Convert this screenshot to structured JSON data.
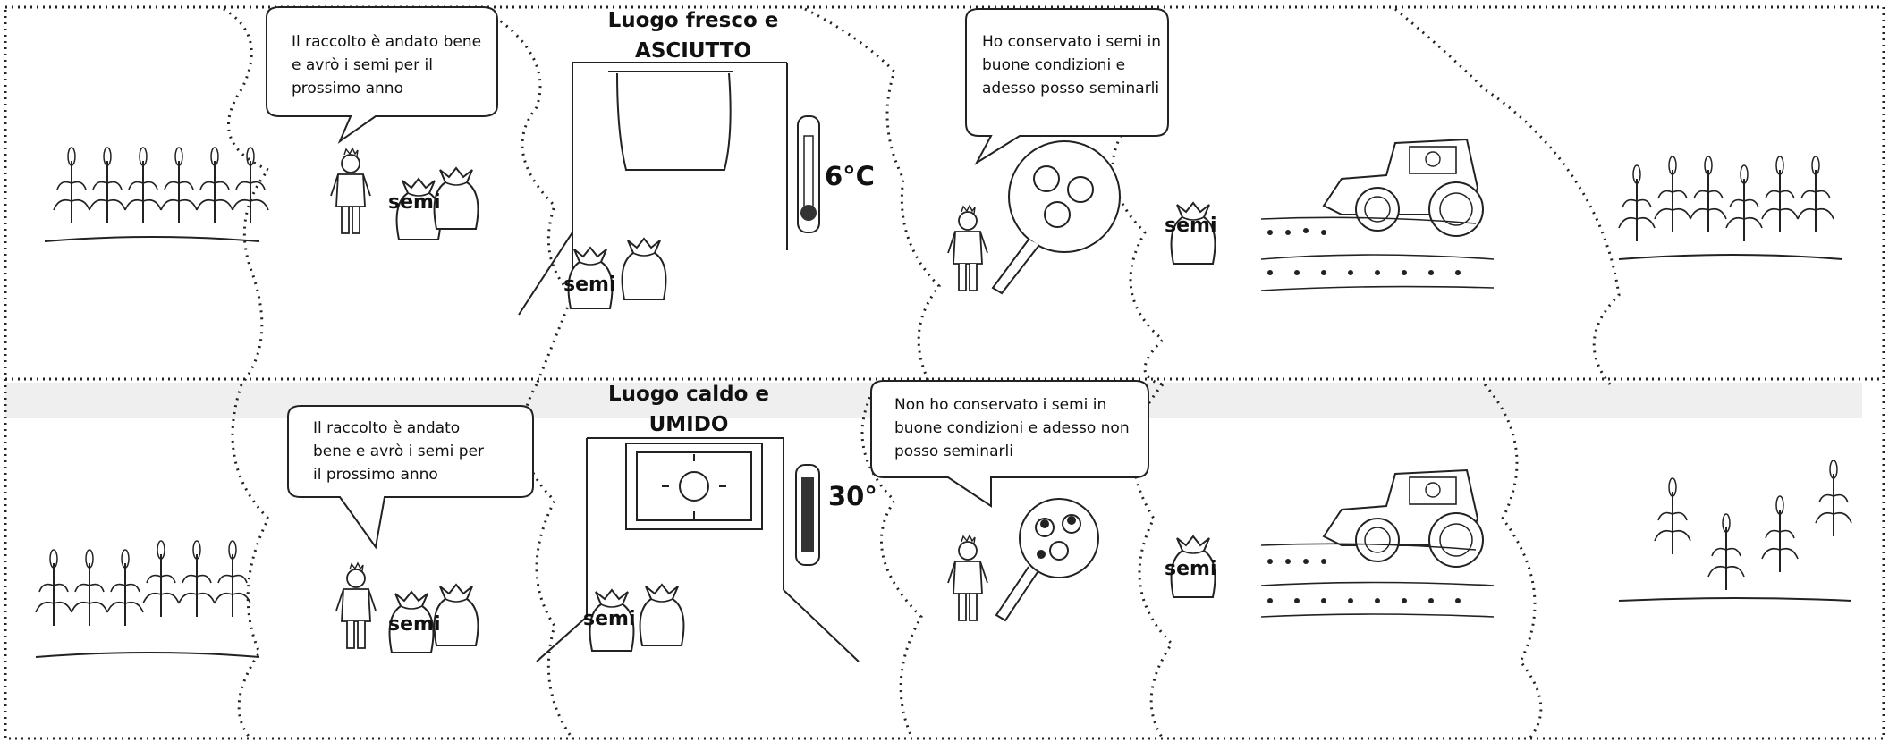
{
  "top_row": {
    "bubble_harvest": "Il raccolto è andato bene e avrò i semi per il prossimo anno",
    "storage_title_line1": "Luogo fresco e",
    "storage_title_line2": "ASCIUTTO",
    "temperature": "6°C",
    "bubble_result": "Ho conservato i semi in buone condizioni e adesso posso seminarli",
    "seed_label": "semi"
  },
  "bottom_row": {
    "bubble_harvest": "Il raccolto è andato bene e avrò i semi per il prossimo anno",
    "storage_title_line1": "Luogo caldo e",
    "storage_title_line2": "UMIDO",
    "temperature": "30°",
    "bubble_result": "Non ho conservato i semi in buone condizioni e adesso non posso seminarli",
    "seed_label": "semi"
  },
  "colors": {
    "line": "#222222",
    "band": "#efefef",
    "thermo_fill": "#333333"
  }
}
